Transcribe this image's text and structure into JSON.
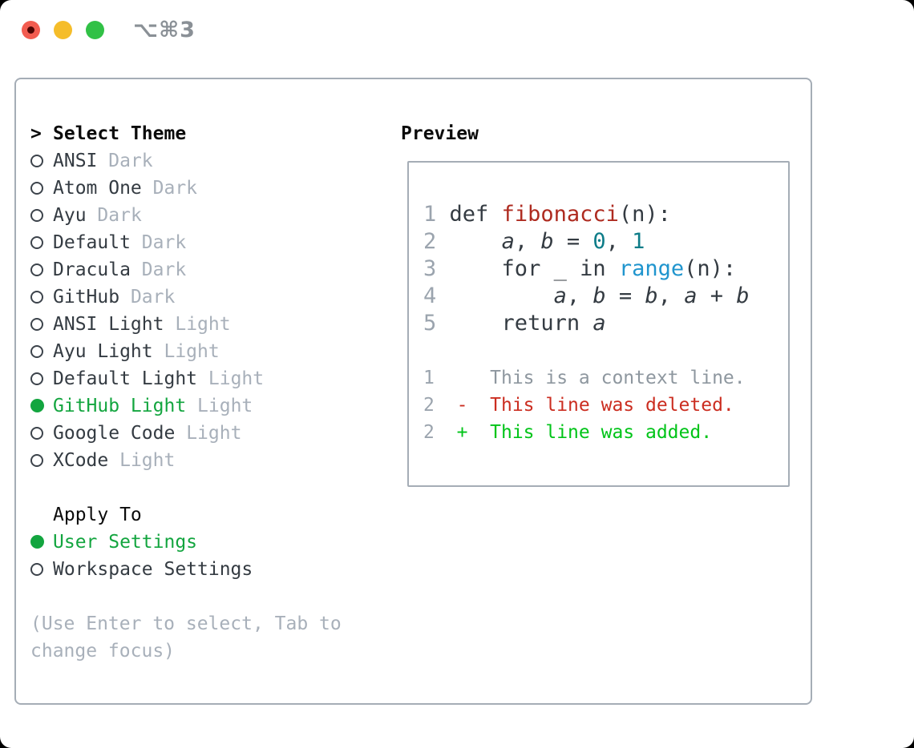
{
  "window": {
    "shortcut_label": "⌥⌘3",
    "traffic_lights": {
      "close": "close-button",
      "minimize": "minimize-button",
      "zoom": "zoom-button"
    }
  },
  "theme_list": {
    "header_prefix": ">",
    "header": "Select Theme",
    "items": [
      {
        "name": "ANSI",
        "variant": "Dark",
        "selected": false
      },
      {
        "name": "Atom One",
        "variant": "Dark",
        "selected": false
      },
      {
        "name": "Ayu",
        "variant": "Dark",
        "selected": false
      },
      {
        "name": "Default",
        "variant": "Dark",
        "selected": false
      },
      {
        "name": "Dracula",
        "variant": "Dark",
        "selected": false
      },
      {
        "name": "GitHub",
        "variant": "Dark",
        "selected": false
      },
      {
        "name": "ANSI Light",
        "variant": "Light",
        "selected": false
      },
      {
        "name": "Ayu Light",
        "variant": "Light",
        "selected": false
      },
      {
        "name": "Default Light",
        "variant": "Light",
        "selected": false
      },
      {
        "name": "GitHub Light",
        "variant": "Light",
        "selected": true
      },
      {
        "name": "Google Code",
        "variant": "Light",
        "selected": false
      },
      {
        "name": "XCode",
        "variant": "Light",
        "selected": false
      }
    ]
  },
  "apply_to": {
    "header": "Apply To",
    "options": [
      {
        "label": "User Settings",
        "selected": true
      },
      {
        "label": "Workspace Settings",
        "selected": false
      }
    ]
  },
  "hint": "(Use Enter to select, Tab to change focus)",
  "preview": {
    "header": "Preview",
    "code": {
      "lines": [
        {
          "num": "1",
          "tokens": [
            [
              "plain",
              "def "
            ],
            [
              "func",
              "fibonacci"
            ],
            [
              "plain",
              "(n):"
            ]
          ]
        },
        {
          "num": "2",
          "tokens": [
            [
              "plain",
              "    "
            ],
            [
              "var",
              "a"
            ],
            [
              "plain",
              ", "
            ],
            [
              "var",
              "b"
            ],
            [
              "plain",
              " = "
            ],
            [
              "numlit",
              "0"
            ],
            [
              "plain",
              ", "
            ],
            [
              "numlit",
              "1"
            ]
          ]
        },
        {
          "num": "3",
          "tokens": [
            [
              "plain",
              "    for _ in "
            ],
            [
              "builtin",
              "range"
            ],
            [
              "plain",
              "(n):"
            ]
          ]
        },
        {
          "num": "4",
          "tokens": [
            [
              "plain",
              "        "
            ],
            [
              "var",
              "a"
            ],
            [
              "plain",
              ", "
            ],
            [
              "var",
              "b"
            ],
            [
              "plain",
              " = "
            ],
            [
              "var",
              "b"
            ],
            [
              "plain",
              ", "
            ],
            [
              "var",
              "a"
            ],
            [
              "plain",
              " + "
            ],
            [
              "var",
              "b"
            ]
          ]
        },
        {
          "num": "5",
          "tokens": [
            [
              "plain",
              "    return "
            ],
            [
              "var",
              "a"
            ]
          ]
        }
      ]
    },
    "diff": {
      "lines": [
        {
          "num": "1",
          "marker": " ",
          "text": "This is a context line.",
          "type": "context"
        },
        {
          "num": "2",
          "marker": "-",
          "text": "This line was deleted.",
          "type": "deleted"
        },
        {
          "num": "2",
          "marker": "+",
          "text": "This line was added.",
          "type": "added"
        }
      ]
    }
  },
  "colors": {
    "accent_green": "#13a53f",
    "added_green": "#00c418",
    "deleted_red": "#cb2d20",
    "context_gray": "#8e979f",
    "function_red": "#ae2b20",
    "number_teal": "#0d7c88",
    "builtin_blue": "#2095ce",
    "text_dark": "#343b42",
    "muted_gray": "#a8b0ba",
    "line_number_gray": "#9ba4ae",
    "panel_border": "#a5adb6",
    "traffic_red": "#f25c50",
    "traffic_yellow": "#f5bd2a",
    "traffic_green": "#31c146",
    "shortcut_gray": "#8a9096"
  }
}
